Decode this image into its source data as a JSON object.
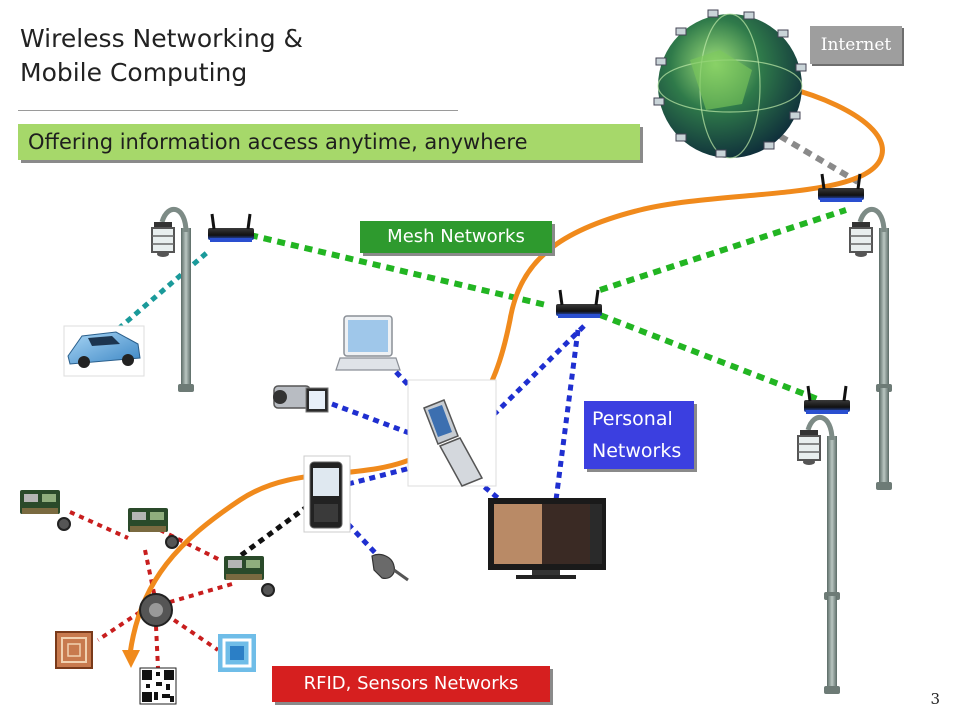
{
  "title_line1": "Wireless Networking &",
  "title_line2": "Mobile Computing",
  "tagline": "Offering information access anytime, anywhere",
  "labels": {
    "mesh": "Mesh Networks",
    "personal_line1": "Personal",
    "personal_line2": "Networks",
    "rfid": "RFID, Sensors Networks",
    "internet": "Internet"
  },
  "page_number": "3",
  "colors": {
    "mesh": "#22b522",
    "personal": "#1f2fd0",
    "sensor": "#c81e1e",
    "teal": "#1a9a9a",
    "internet_link": "#8a8a8a",
    "path": "#f08a1c",
    "tagline_bg": "#a6d86a",
    "mesh_bg": "#2e9a2e",
    "personal_bg": "#3b3fe0",
    "rfid_bg": "#d61f1f"
  },
  "icons": [
    "globe-icon",
    "router-icon",
    "street-lamp-icon",
    "car-icon",
    "laptop-icon",
    "camcorder-icon",
    "flip-phone-icon",
    "smartphone-icon",
    "tv-icon",
    "earpiece-icon",
    "sensor-board-icon",
    "rfid-tag-icon",
    "qr-code-icon"
  ]
}
